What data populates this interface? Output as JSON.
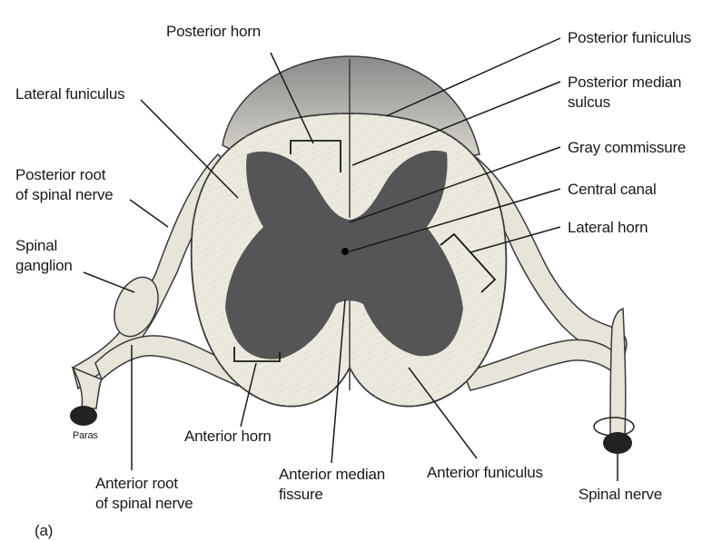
{
  "labels": {
    "posterior_horn": "Posterior horn",
    "posterior_funiculus": "Posterior funiculus",
    "lateral_funiculus": "Lateral funiculus",
    "posterior_median_sulcus": "Posterior median\nsulcus",
    "posterior_root": "Posterior root\nof spinal nerve",
    "gray_commissure": "Gray commissure",
    "central_canal": "Central canal",
    "spinal_ganglion": "Spinal\nganglion",
    "lateral_horn": "Lateral horn",
    "artist": "Paras",
    "anterior_horn": "Anterior horn",
    "anterior_root": "Anterior root\nof spinal nerve",
    "anterior_median_fissure": "Anterior median\nfissure",
    "anterior_funiculus": "Anterior funiculus",
    "spinal_nerve": "Spinal nerve",
    "panel_letter": "(a)"
  },
  "colors": {
    "white_matter": "#ece9df",
    "gray_matter": "#555555",
    "outline": "#3a3a3a",
    "nerve": "#e7e4da",
    "text": "#1a1a1a"
  }
}
